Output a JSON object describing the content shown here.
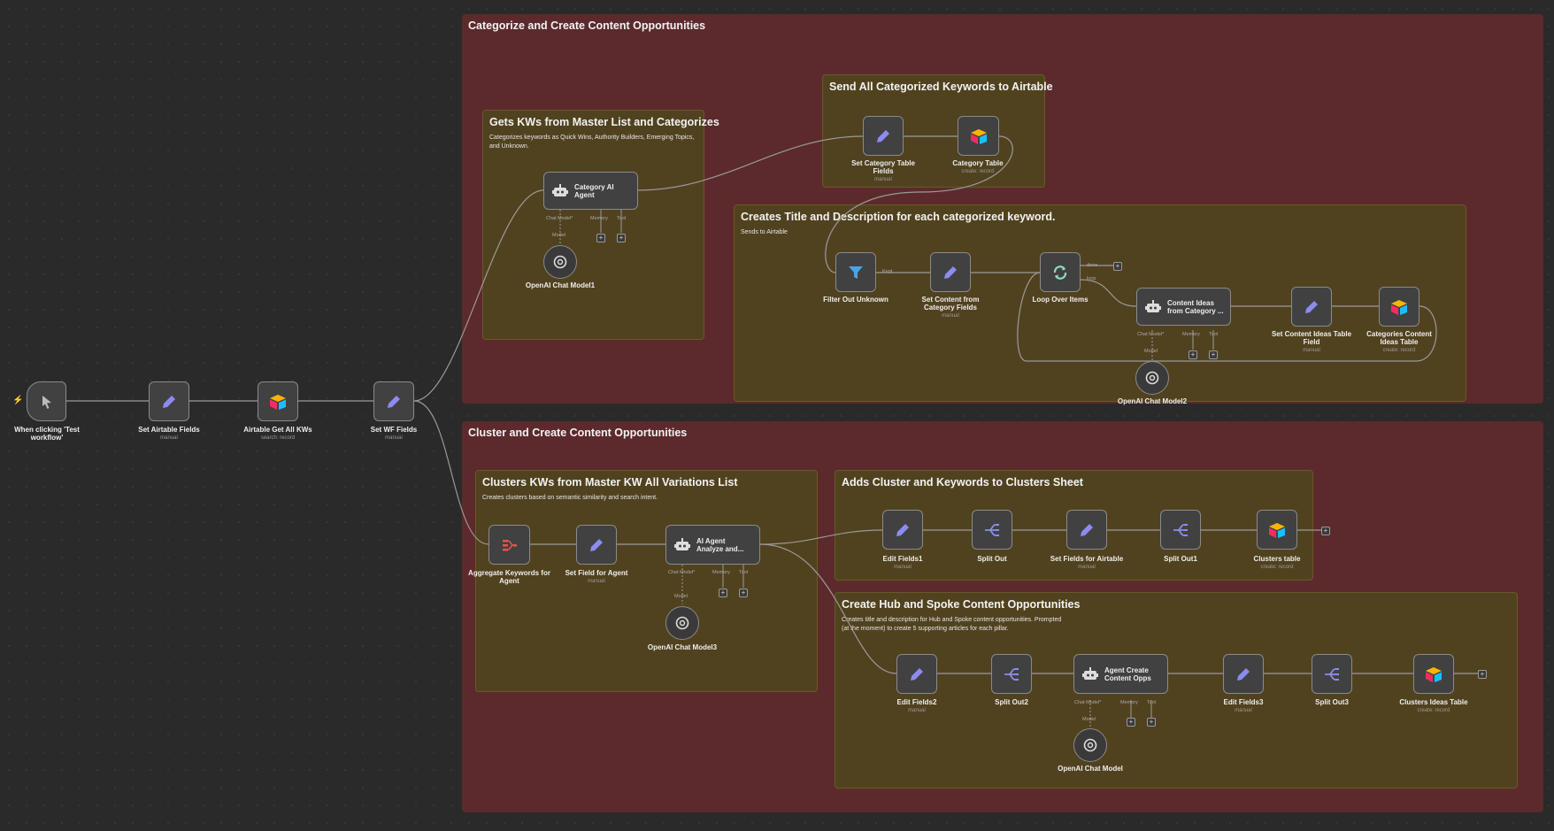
{
  "groups": {
    "categorize": {
      "title": "Categorize and Create Content Opportunities"
    },
    "gets_kws": {
      "title": "Gets KWs from Master List and Categorizes",
      "desc": "Categorizes keywords as Quick Wins, Authority Builders, Emerging Topics, and Unknown."
    },
    "send_all": {
      "title": "Send All Categorized Keywords to Airtable"
    },
    "creates_title": {
      "title": "Creates Title and Description for each categorized keyword.",
      "desc": "Sends to Airtable"
    },
    "cluster": {
      "title": "Cluster and Create Content Opportunities"
    },
    "clusters_kws": {
      "title": "Clusters KWs from Master KW All Variations List",
      "desc": "Creates clusters based on semantic similarity and search intent."
    },
    "adds_cluster": {
      "title": "Adds Cluster and Keywords to Clusters Sheet"
    },
    "hub_spoke": {
      "title": "Create Hub and Spoke Content Opportunities",
      "desc": "Creates title and description for Hub and Spoke content opportunities. Prompted (at the moment) to create 5 supporting articles for each pillar."
    }
  },
  "nodes": {
    "trigger": {
      "label": "When clicking 'Test workflow'",
      "icon": "cursor-icon"
    },
    "set_airtable": {
      "label": "Set Airtable Fields",
      "sub": "manual"
    },
    "get_all_kws": {
      "label": "Airtable Get All KWs",
      "sub": "search: record"
    },
    "set_wf": {
      "label": "Set WF Fields",
      "sub": "manual"
    },
    "cat_agent": {
      "label": "Category AI Agent"
    },
    "openai1": {
      "label": "OpenAI Chat Model1"
    },
    "set_cat_fields": {
      "label": "Set Category Table Fields",
      "sub": "manual"
    },
    "cat_table": {
      "label": "Category Table",
      "sub": "create: record"
    },
    "filter_unknown": {
      "label": "Filter Out Unknown"
    },
    "set_content": {
      "label": "Set Content from Category Fields",
      "sub": "manual"
    },
    "loop": {
      "label": "Loop Over Items"
    },
    "content_ideas": {
      "label": "Content Ideas from Category ..."
    },
    "set_ideas_field": {
      "label": "Set Content Ideas Table Field",
      "sub": "manual"
    },
    "cat_ideas_table": {
      "label": "Categories Content Ideas Table",
      "sub": "create: record"
    },
    "openai2": {
      "label": "OpenAI Chat Model2"
    },
    "aggregate": {
      "label": "Aggregate Keywords for Agent"
    },
    "set_field_agent": {
      "label": "Set Field for Agent",
      "sub": "manual"
    },
    "ai_analyze": {
      "label": "AI Agent Analyze and..."
    },
    "openai3": {
      "label": "OpenAI Chat Model3"
    },
    "edit1": {
      "label": "Edit Fields1",
      "sub": "manual"
    },
    "split_out": {
      "label": "Split Out"
    },
    "set_fields_airtable": {
      "label": "Set Fields for Airtable",
      "sub": "manual"
    },
    "split_out1": {
      "label": "Split Out1"
    },
    "clusters_table": {
      "label": "Clusters table",
      "sub": "create: record"
    },
    "edit2": {
      "label": "Edit Fields2",
      "sub": "manual"
    },
    "split_out2": {
      "label": "Split Out2"
    },
    "agent_opps": {
      "label": "Agent Create Content Opps"
    },
    "edit3": {
      "label": "Edit Fields3",
      "sub": "manual"
    },
    "split_out3": {
      "label": "Split Out3"
    },
    "clusters_ideas": {
      "label": "Clusters Ideas Table",
      "sub": "create: record"
    },
    "openai_main": {
      "label": "OpenAI Chat Model"
    }
  },
  "ports": {
    "chat_model": "Chat Model*",
    "memory": "Memory",
    "tool": "Tool",
    "model": "Model",
    "kept": "Kept",
    "done": "done",
    "loop": "loop"
  },
  "colors": {
    "canvas": "#2a2a2a",
    "sticky_red": "#5c2a2c",
    "sticky_olive": "#51421f",
    "node_bg": "#414141",
    "edit_icon": "#8b8cf0",
    "filter_icon": "#4aa3e8",
    "aggregate_icon": "#e8534a"
  }
}
